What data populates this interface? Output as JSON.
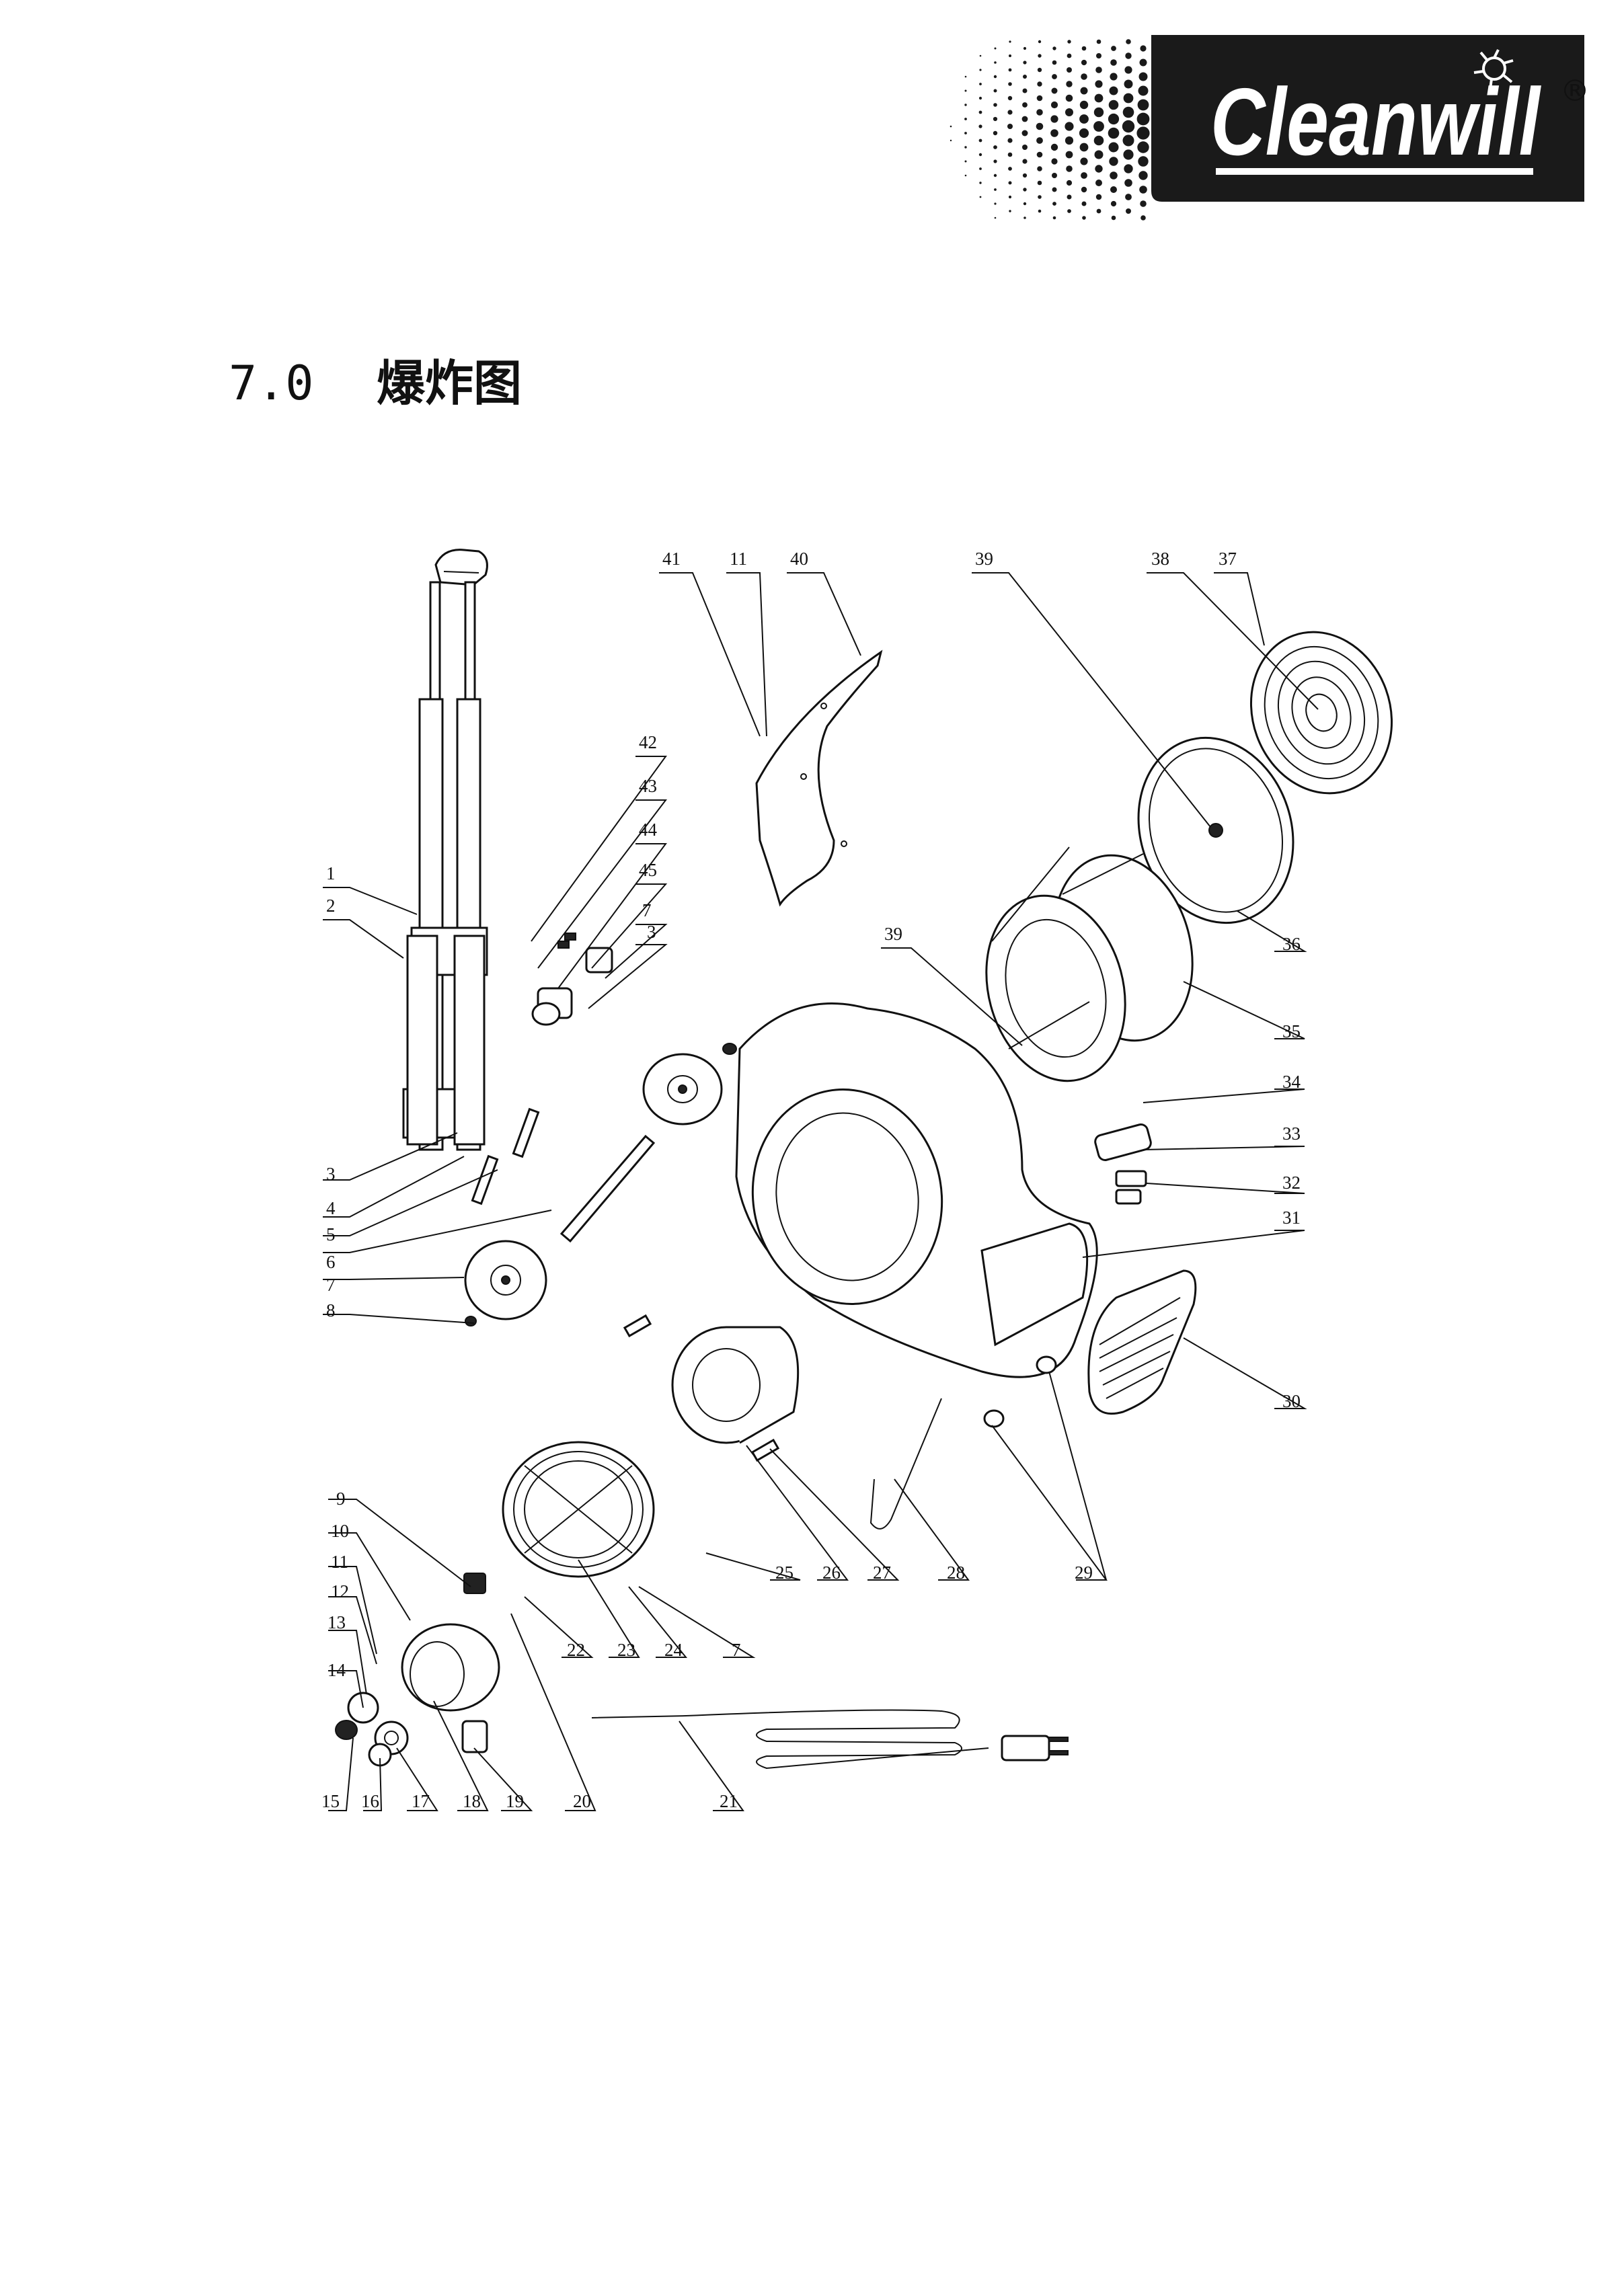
{
  "brand": {
    "name": "Cleanwill",
    "registered_mark": "®",
    "logo_colors": {
      "bar": "#1a1a1a",
      "text": "#ffffff"
    }
  },
  "section": {
    "number": "7.0",
    "title": "爆炸图"
  },
  "diagram": {
    "callouts": [
      "1",
      "2",
      "3",
      "4",
      "5",
      "6",
      "7",
      "8",
      "9",
      "10",
      "11",
      "12",
      "13",
      "14",
      "15",
      "16",
      "17",
      "18",
      "19",
      "20",
      "21",
      "22",
      "23",
      "24",
      "25",
      "26",
      "27",
      "28",
      "29",
      "30",
      "31",
      "32",
      "33",
      "34",
      "35",
      "36",
      "37",
      "38",
      "39",
      "40",
      "41",
      "42",
      "43",
      "44",
      "45"
    ],
    "labels": {
      "c41": "41",
      "c11a": "11",
      "c40": "40",
      "c39a": "39",
      "c38": "38",
      "c37": "37",
      "c42": "42",
      "c43": "43",
      "c44": "44",
      "c45": "45",
      "c7a": "7",
      "c3a": "3",
      "c1": "1",
      "c2": "2",
      "c3b": "3",
      "c4": "4",
      "c5": "5",
      "c6": "6",
      "c7b": "7",
      "c8": "8",
      "c39b": "39",
      "c36": "36",
      "c35": "35",
      "c34": "34",
      "c33": "33",
      "c32": "32",
      "c31": "31",
      "c30": "30",
      "c9": "9",
      "c10": "10",
      "c11b": "11",
      "c12": "12",
      "c13": "13",
      "c14": "14",
      "c15": "15",
      "c16": "16",
      "c17": "17",
      "c18": "18",
      "c19": "19",
      "c20": "20",
      "c21": "21",
      "c22": "22",
      "c23": "23",
      "c24": "24",
      "c7c": "7",
      "c25": "25",
      "c26": "26",
      "c27": "27",
      "c28": "28",
      "c29": "29"
    }
  }
}
